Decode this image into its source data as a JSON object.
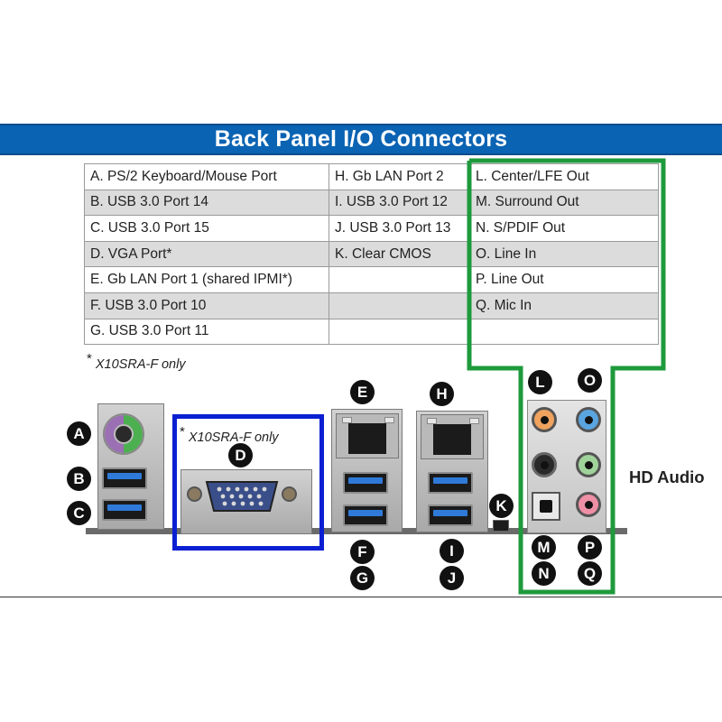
{
  "title": "Back Panel I/O Connectors",
  "table": {
    "rows": [
      [
        "A. PS/2 Keyboard/Mouse Port",
        "H. Gb LAN Port 2",
        "L. Center/LFE Out"
      ],
      [
        "B. USB 3.0 Port 14",
        "I. USB 3.0 Port 12",
        "M. Surround Out"
      ],
      [
        "C. USB 3.0 Port 15",
        "J. USB 3.0 Port 13",
        "N. S/PDIF Out"
      ],
      [
        "D. VGA Port*",
        "K. Clear CMOS",
        "O. Line In"
      ],
      [
        "E. Gb LAN Port 1 (shared IPMI*)",
        "",
        "P. Line Out"
      ],
      [
        "F. USB 3.0 Port 10",
        "",
        "Q. Mic In"
      ],
      [
        "G. USB 3.0 Port 11",
        "",
        ""
      ]
    ]
  },
  "footnote": {
    "star": "*",
    "text": "X10SRA-F only"
  },
  "vga_note": {
    "star": "*",
    "text": "X10SRA-F only"
  },
  "hd_audio_label": "HD Audio",
  "markers": {
    "A": "A",
    "B": "B",
    "C": "C",
    "D": "D",
    "E": "E",
    "F": "F",
    "G": "G",
    "H": "H",
    "I": "I",
    "J": "J",
    "K": "K",
    "L": "L",
    "M": "M",
    "N": "N",
    "O": "O",
    "P": "P",
    "Q": "Q"
  },
  "colors": {
    "title_bar": "#0a63b3",
    "highlight_vga": "#0a1fd2",
    "highlight_audio": "#1e9a3c",
    "usb3_blue": "#2f7ad8",
    "ps2_purple": "#9b6fb3",
    "ps2_green": "#4caf50",
    "jack_orange": "#f0a35e",
    "jack_blue": "#5aa5e0",
    "jack_black": "#2a2a2a",
    "jack_green": "#9fd39a",
    "jack_pink": "#ee8fa6"
  }
}
